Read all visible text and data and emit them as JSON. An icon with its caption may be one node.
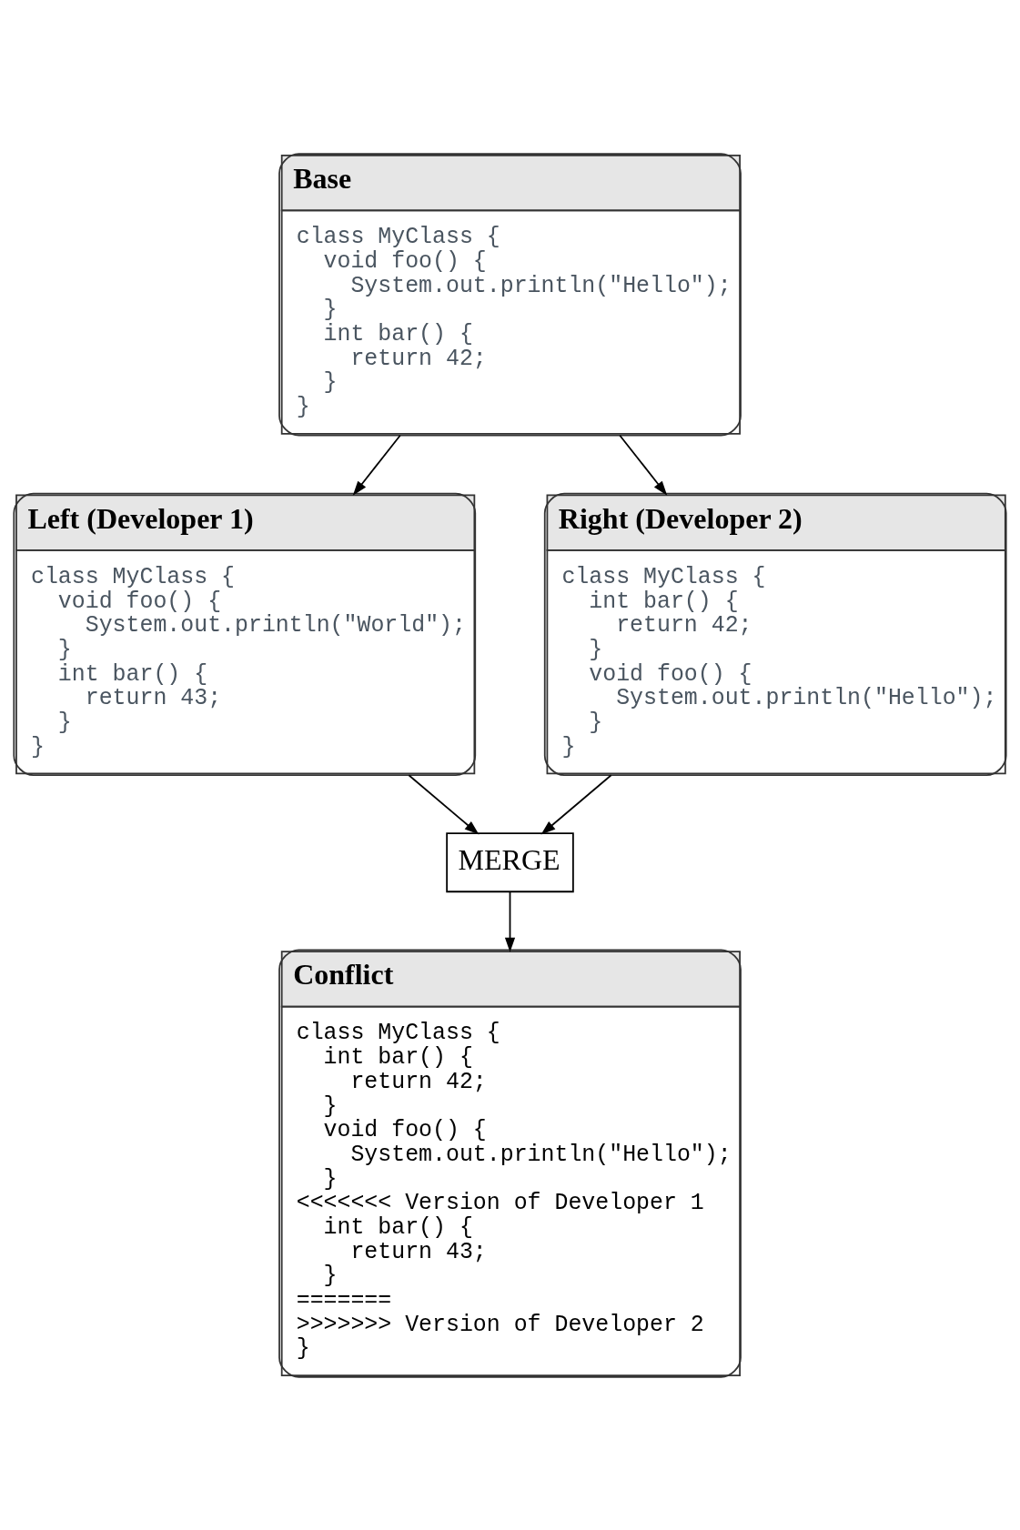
{
  "diagram": {
    "nodes": [
      {
        "text": [
          "Base",
          "class MyClass {",
          "  void foo() {",
          "    System.out.println(\"Hello\");",
          "  }",
          "  int bar() {",
          "    return 42;",
          "  }",
          "}"
        ]
      },
      {
        "text": [
          "Left (Developer 1)",
          "class MyClass {",
          "  void foo() {",
          "    System.out.println(\"World\");",
          "  }",
          "  int bar() {",
          "    return 43;",
          "  }",
          "}"
        ]
      },
      {
        "text": [
          "Right (Developer 2)",
          "class MyClass {",
          "  int bar() {",
          "    return 42;",
          "  }",
          "  void foo() {",
          "    System.out.println(\"Hello\");",
          "  }",
          "}"
        ]
      },
      {
        "text": [
          "MERGE"
        ]
      },
      {
        "text": [
          "Conflict",
          "class MyClass {",
          "  int bar() {",
          "    return 42;",
          "  }",
          "  void foo() {",
          "    System.out.println(\"Hello\");",
          "  }",
          "<<<<<<< Version of Developer 1",
          "  int bar() {",
          "    return 43;",
          "  }",
          "=======",
          ">>>>>>> Version of Developer 2",
          "}"
        ]
      }
    ],
    "edges": [
      {
        "from": 0,
        "to": 1,
        "arrow": "to"
      },
      {
        "from": 0,
        "to": 2,
        "arrow": "to"
      },
      {
        "from": 1,
        "to": 3,
        "arrow": "to"
      },
      {
        "from": 2,
        "to": 3,
        "arrow": "to"
      },
      {
        "from": 3,
        "to": 4,
        "arrow": "to"
      }
    ]
  }
}
